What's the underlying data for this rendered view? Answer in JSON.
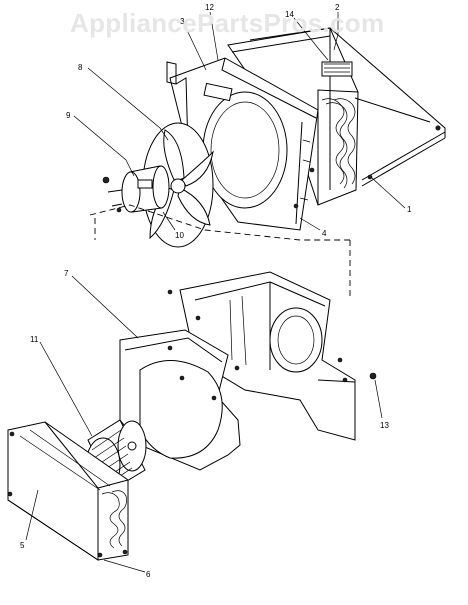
{
  "watermark": "AppliancePartsPros.com",
  "callouts": [
    {
      "id": "c3",
      "text": "3"
    },
    {
      "id": "c12",
      "text": "12"
    },
    {
      "id": "c14",
      "text": "14"
    },
    {
      "id": "c2",
      "text": "2"
    },
    {
      "id": "c8",
      "text": "8"
    },
    {
      "id": "c9",
      "text": "9"
    },
    {
      "id": "c1",
      "text": "1"
    },
    {
      "id": "c4",
      "text": "4"
    },
    {
      "id": "c10",
      "text": "10"
    },
    {
      "id": "c7",
      "text": "7"
    },
    {
      "id": "c11",
      "text": "11"
    },
    {
      "id": "c13",
      "text": "13"
    },
    {
      "id": "c5",
      "text": "5"
    },
    {
      "id": "c6",
      "text": "6"
    }
  ]
}
